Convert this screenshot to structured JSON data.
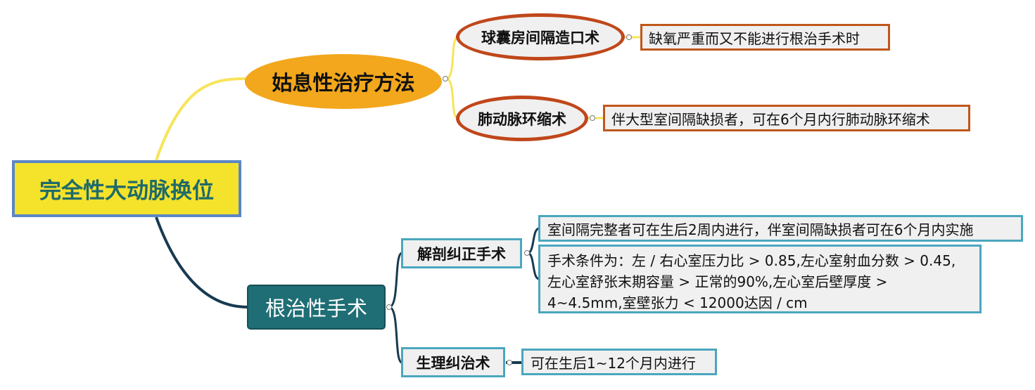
{
  "root": {
    "label": "完全性大动脉换位"
  },
  "palliative": {
    "label": "姑息性治疗方法",
    "children": [
      {
        "label": "球囊房间隔造口术",
        "note": "缺氧严重而又不能进行根治手术时"
      },
      {
        "label": "肺动脉环缩术",
        "note": "伴大型室间隔缺损者，可在6个月内行肺动脉环缩术"
      }
    ]
  },
  "curative": {
    "label": "根治性手术",
    "children": [
      {
        "label": "解剖纠正手术",
        "notes": [
          "室间隔完整者可在生后2周内进行，伴室间隔缺损者可在6个月内实施",
          [
            "手术条件为：左 / 右心室压力比 > 0.85,左心室射血分数 > 0.45,",
            "左心室舒张末期容量 > 正常的90%,左心室后壁厚度 >",
            "4~4.5mm,室壁张力 < 12000达因 / cm"
          ]
        ]
      },
      {
        "label": "生理纠治术",
        "note": "可在生后1~12个月内进行"
      }
    ]
  },
  "colors": {
    "root_fill": "#f4e22b",
    "root_border": "#5b87c5",
    "palliative_fill": "#f2a71c",
    "palliative_branch": "#f7e45a",
    "curative_fill": "#1f6e75",
    "curative_branch": "#173a50",
    "palliative_accent": "#c0471a",
    "curative_accent": "#4aa7be"
  }
}
